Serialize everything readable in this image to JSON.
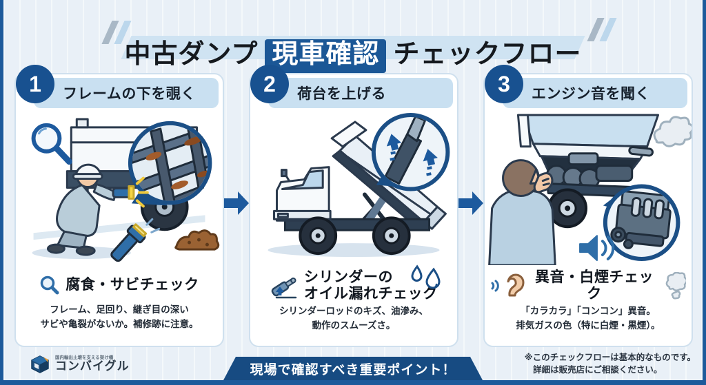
{
  "header": {
    "title_prefix": "中古ダンプ",
    "title_highlight": "現車確認",
    "title_suffix": "チェックフロー"
  },
  "panels": [
    {
      "number": "1",
      "title": "フレームの下を覗く",
      "illustration": "worker-checking-under-truck-frame",
      "check": {
        "icon": "magnifier-icon",
        "title": "腐食・サビチェック",
        "body": "フレーム、足回り、継ぎ目の深い\nサビや亀裂がないか。補修跡に注意。"
      }
    },
    {
      "number": "2",
      "title": "荷台を上げる",
      "illustration": "dump-truck-with-raised-bed",
      "check": {
        "icon": "cylinder-icon",
        "side_icon": "oil-droplets-icon",
        "title": "シリンダーの\nオイル漏れチェック",
        "body": "シリンダーロッドのキズ、油滲み、\n動作のスムーズさ。"
      }
    },
    {
      "number": "3",
      "title": "エンジン音を聞く",
      "illustration": "listening-to-engine-sound",
      "check": {
        "icon": "ear-icon",
        "side_icon": "smoke-icon",
        "title": "異音・白煙チェック",
        "body": "「カラカラ」「コンコン」異音。\n排気ガスの色（特に白煙・黒煙）。"
      }
    }
  ],
  "footer": {
    "banner_label": "現場で確認すべき重要ポイント！",
    "note": "※このチェックフローは基本的なものです。\n　詳細は販売店にご相談ください。",
    "logo": {
      "name": "コンバイグル",
      "tagline": "国内輸出土壌を支える架け橋"
    }
  },
  "colors": {
    "navy": "#185190",
    "banner_blue": "#174b82",
    "arrow_blue": "#1d5a9e",
    "panel_header_bg": "#c9e0f1",
    "page_bg": "#e9f0f7",
    "rust_brown": "#9a6233"
  }
}
